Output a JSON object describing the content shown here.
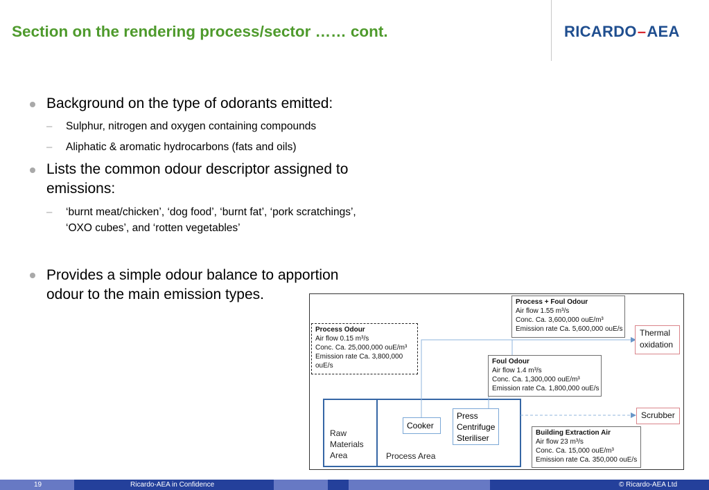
{
  "header": {
    "title": "Section on the rendering process/sector …… cont.",
    "logo_left": "RICARDO",
    "logo_dash": "–",
    "logo_right": "AEA"
  },
  "bullets": {
    "b1": "Background on the type of odorants emitted:",
    "b1_sub1": "Sulphur, nitrogen and oxygen containing compounds",
    "b1_sub2": "Aliphatic & aromatic hydrocarbons (fats and oils)",
    "b2_line1": "Lists the common odour descriptor assigned to",
    "b2_line2": "emissions:",
    "b2_sub1_line1": "‘burnt meat/chicken’, ‘dog food’, ‘burnt fat’, ‘pork scratchings’,",
    "b2_sub1_line2": "‘OXO cubes’, and ‘rotten vegetables’",
    "b3_line1": "Provides a simple odour balance to apportion",
    "b3_line2": "odour to the main emission types.",
    "dash": "–"
  },
  "diagram": {
    "process_foul": {
      "title": "Process + Foul Odour",
      "l1": "Air flow 1.55 m³/s",
      "l2": "Conc. Ca. 3,600,000 ouE/m³",
      "l3": "Emission rate Ca. 5,600,000 ouE/s"
    },
    "process_odour": {
      "title": "Process Odour",
      "l1": "Air flow 0.15 m³/s",
      "l2": "Conc. Ca. 25,000,000 ouE/m³",
      "l3": "Emission rate Ca. 3,800,000",
      "l4": "ouE/s"
    },
    "foul_odour": {
      "title": "Foul Odour",
      "l1": "Air flow 1.4 m³/s",
      "l2": "Conc. Ca. 1,300,000 ouE/m³",
      "l3": "Emission rate Ca. 1,800,000 ouE/s"
    },
    "building_air": {
      "title": "Building Extraction Air",
      "l1": "Air flow 23 m³/s",
      "l2": "Conc. Ca. 15,000 ouE/m³",
      "l3": "Emission rate Ca. 350,000 ouE/s"
    },
    "thermal_line1": "Thermal",
    "thermal_line2": "oxidation",
    "scrubber": "Scrubber",
    "raw_l1": "Raw",
    "raw_l2": "Materials",
    "raw_l3": "Area",
    "process_area": "Process Area",
    "cooker": "Cooker",
    "press_l1": "Press",
    "press_l2": "Centrifuge",
    "press_l3": "Steriliser"
  },
  "footer": {
    "page": "19",
    "confidence": "Ricardo-AEA in Confidence",
    "copyright": "© Ricardo-AEA Ltd"
  },
  "colors": {
    "title_green": "#4e9a2c",
    "logo_blue": "#1f4e8f",
    "logo_red": "#d7282f",
    "footer_blue": "#24409b"
  }
}
